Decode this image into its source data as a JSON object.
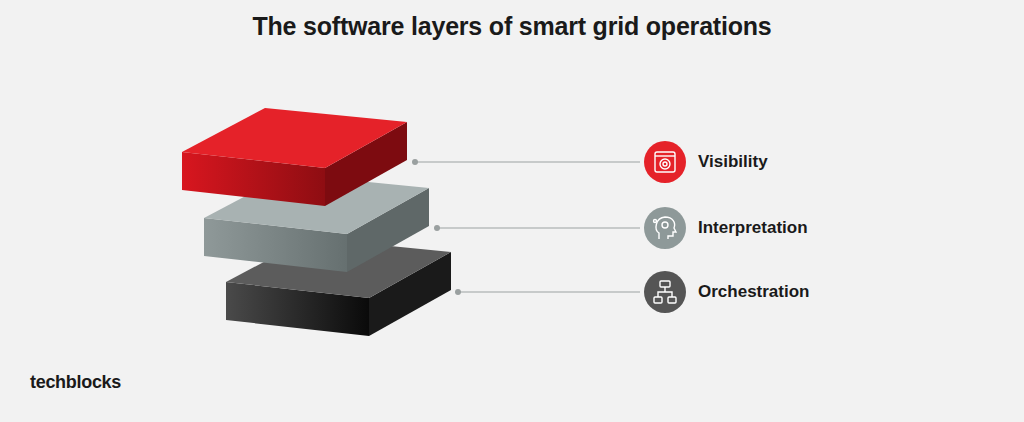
{
  "diagram": {
    "title": "The software layers of smart grid operations",
    "nodes": [
      {
        "text": [
          "Visibility"
        ]
      },
      {
        "text": [
          "Interpretation"
        ]
      },
      {
        "text": [
          "Orchestration"
        ]
      }
    ],
    "labels": [
      "techblocks"
    ]
  }
}
